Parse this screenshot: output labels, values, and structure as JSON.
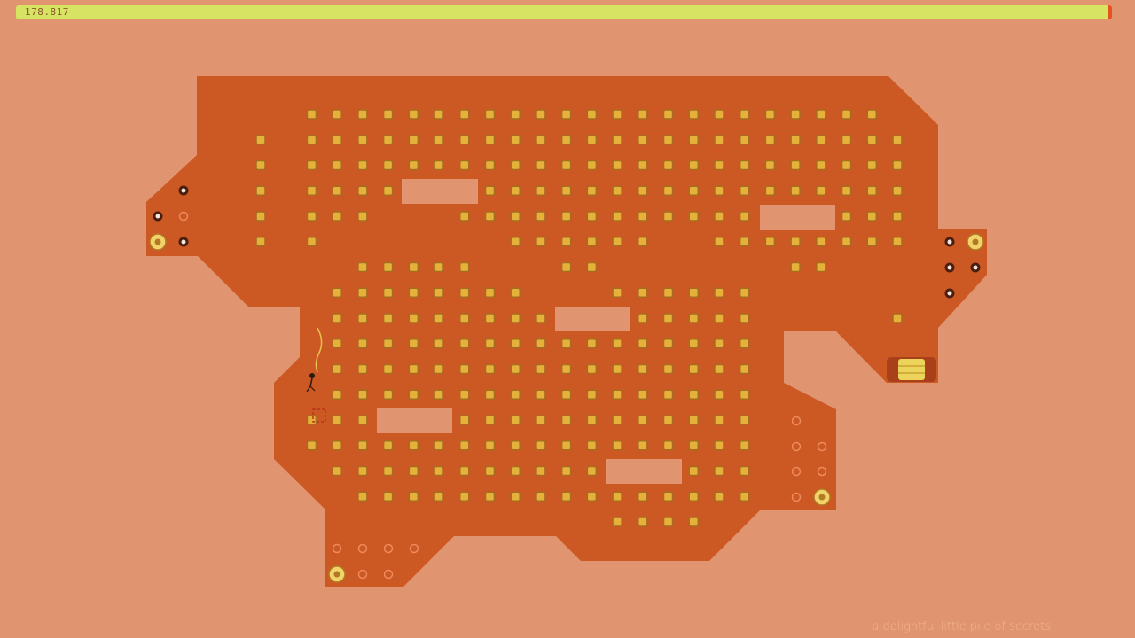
{
  "hud": {
    "time": "178.817",
    "time_remaining_fraction": 0.995
  },
  "level": {
    "title": "a delightful little pile of secrets"
  },
  "colors": {
    "background": "#e0946f",
    "level_fill": "#cc5824",
    "gold_fill": "#e5b13a",
    "gold_stroke": "#a86c1f",
    "time_bar": "#d7e463",
    "time_bar_end": "#e5521c",
    "exit_door": "#ecd35a"
  },
  "icons": {
    "gold": "square-coin-icon",
    "mine": "proximity-mine-icon",
    "toggle_mine": "inactive-mine-icon",
    "launch_pad": "launch-pad-icon",
    "exit_door": "exit-door-icon",
    "ninja": "ninja-player-icon"
  }
}
